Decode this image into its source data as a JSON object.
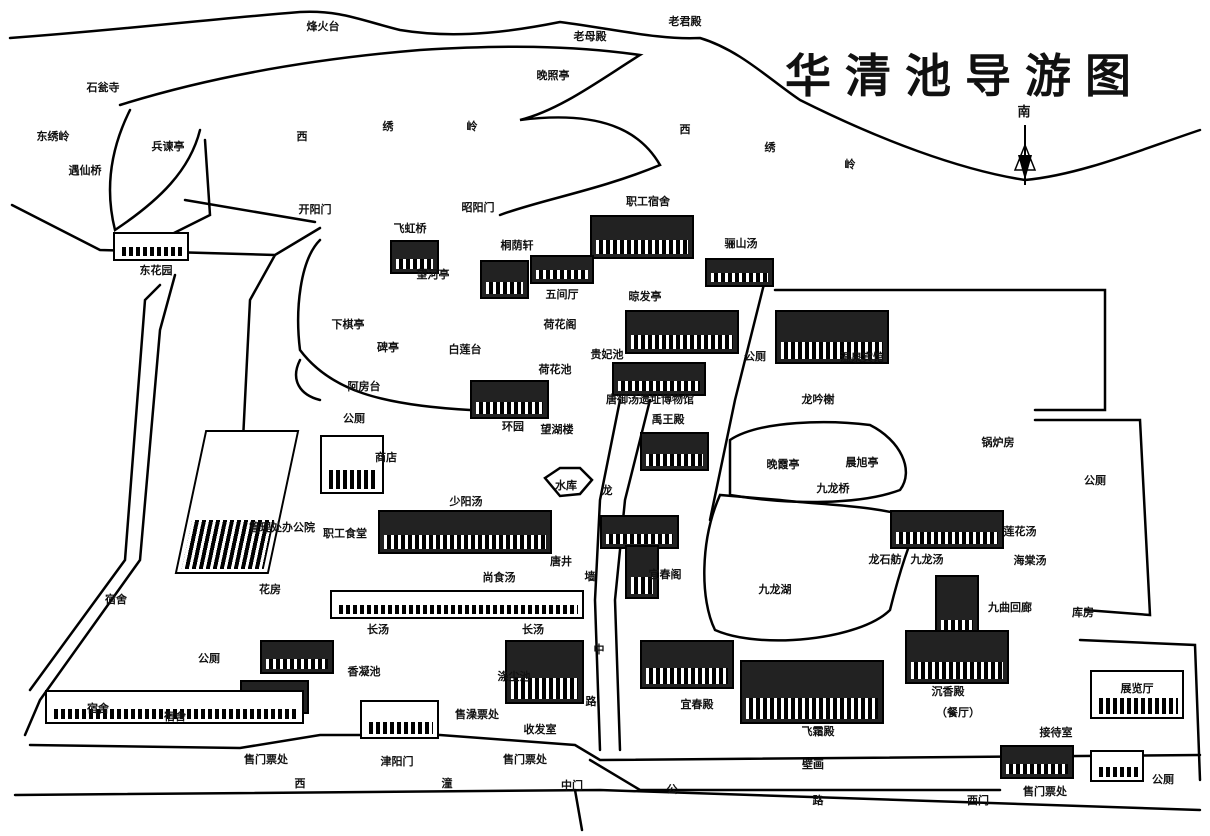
{
  "title": "华清池导游图",
  "compass": {
    "label": "南",
    "icon": "north-arrow-icon"
  },
  "labels": [
    "烽火台",
    "老母殿",
    "老君殿",
    "晚照亭",
    "石瓮寺",
    "东绣岭",
    "遇仙桥",
    "兵谏亭",
    "西",
    "绣",
    "岭",
    "西",
    "绣",
    "岭",
    "开阳门",
    "飞虹桥",
    "昭阳门",
    "职工宿舍",
    "桐荫轩",
    "骊山汤",
    "望河亭",
    "五间厅",
    "晾发亭",
    "东花园",
    "下棋亭",
    "荷花阁",
    "白莲台",
    "碑亭",
    "荷花池",
    "贵妃池",
    "公厕",
    "温泉宾馆",
    "阿房台",
    "唐御汤遗址博物馆",
    "龙吟榭",
    "锅炉房",
    "公厕",
    "环园",
    "望湖楼",
    "禹王殿",
    "商店",
    "水库",
    "晚霞亭",
    "晨旭亭",
    "九龙桥",
    "龙",
    "职工食堂",
    "少阳汤",
    "管理处办公院",
    "唐井",
    "墙",
    "宜春阁",
    "莲花汤",
    "龙石舫",
    "九龙汤",
    "海棠汤",
    "尚食汤",
    "花房",
    "九龙湖",
    "九曲回廊",
    "库房",
    "公厕",
    "宿舍",
    "长汤",
    "长汤",
    "中",
    "公厕",
    "香凝池",
    "涤尘池",
    "宜春殿",
    "沉香殿",
    "（餐厅）",
    "展览厅",
    "路",
    "宿舍",
    "宿舍",
    "售澡票处",
    "收发室",
    "飞霜殿",
    "接待室",
    "售门票处",
    "津阳门",
    "售门票处",
    "壁画",
    "公厕",
    "售门票处",
    "西",
    "潼",
    "中门",
    "公",
    "路",
    "西门"
  ]
}
